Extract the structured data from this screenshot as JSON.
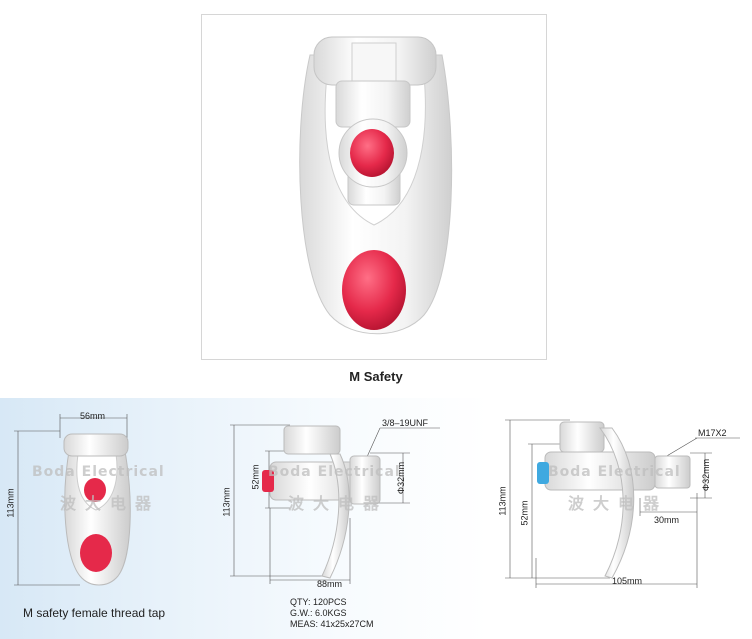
{
  "product": {
    "title": "M Safety",
    "colors": {
      "body": "#f2f2f2",
      "button": "#e5294a",
      "frame_border": "#d6d6d6"
    }
  },
  "specs": {
    "caption": "M  safety female thread tap",
    "front": {
      "width_label": "56mm",
      "height_label": "113mm"
    },
    "side": {
      "thread_label": "3/8–19UNF",
      "inner_height_label": "52mm",
      "height_label": "113mm",
      "diameter_label": "Φ32mm",
      "depth_label": "88mm"
    },
    "side_long": {
      "thread_label": "M17X2",
      "height_label": "113mm",
      "inner_height_label": "52mm",
      "diameter_label": "Φ32mm",
      "small_dim_label": "30mm",
      "length_label": "105mm"
    },
    "packing": {
      "qty": "QTY: 120PCS",
      "gw": "G.W.: 6.0KGS",
      "meas": "MEAS: 41x25x27CM"
    },
    "watermark": {
      "text": "Boda Electrical",
      "cn": "波大电器"
    }
  }
}
